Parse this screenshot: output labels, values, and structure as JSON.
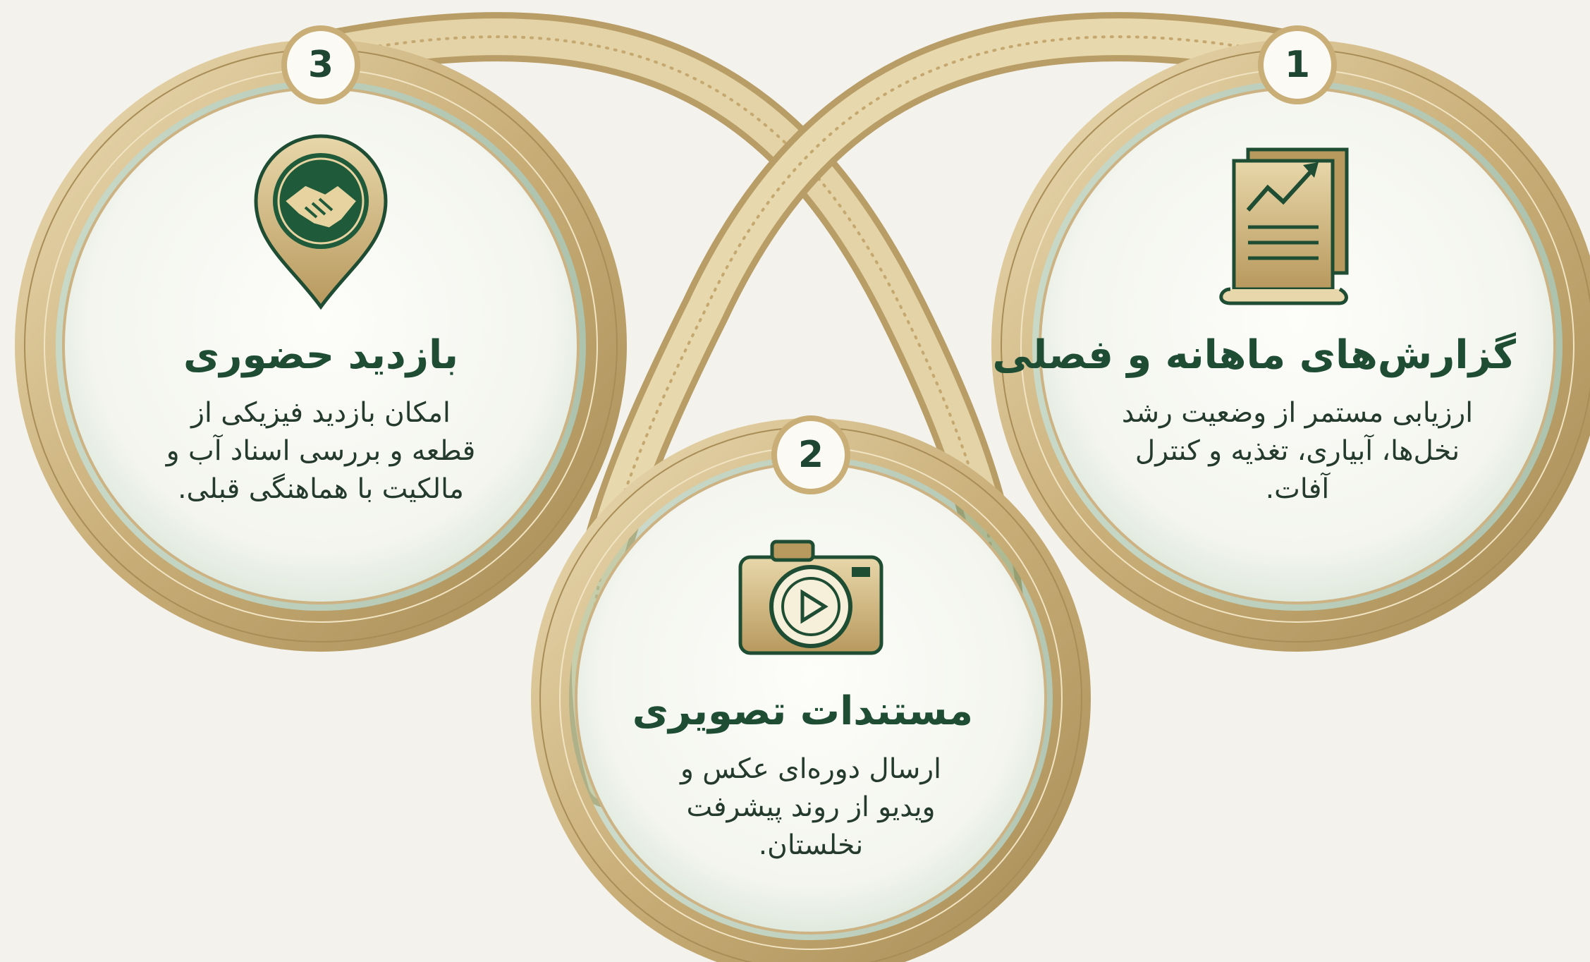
{
  "steps": [
    {
      "number": "1",
      "title": "گزارش‌های ماهانه و فصلی",
      "description": "ارزیابی مستمر از وضعیت رشد نخل‌ها، آبیاری، تغذیه و کنترل آفات.",
      "icon": "report-chart-icon"
    },
    {
      "number": "2",
      "title": "مستندات تصویری",
      "description": "ارسال دوره‌ای عکس و ویدیو از روند پیشرفت نخلستان.",
      "icon": "video-camera-icon"
    },
    {
      "number": "3",
      "title": "بازدید حضوری",
      "description": "امکان بازدید فیزیکی از قطعه و بررسی اسناد آب و مالکیت با هماهنگی قبلی.",
      "icon": "handshake-pin-icon"
    }
  ],
  "colors": {
    "background": "#f4f2ec",
    "gold": "#c9ae78",
    "gold_dark": "#a88d57",
    "green_dark": "#1e4d33",
    "green_soft": "#8fb596",
    "card_fill": "#fbfbf7"
  }
}
